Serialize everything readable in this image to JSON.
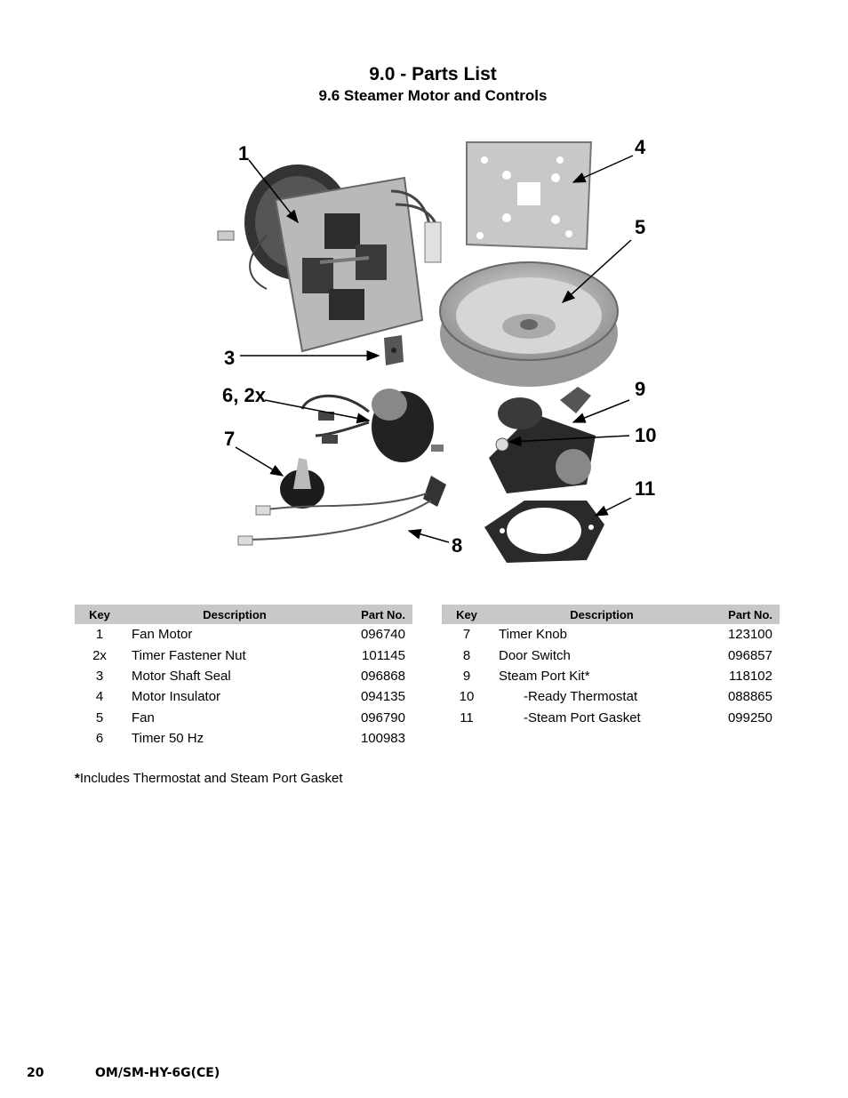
{
  "header": {
    "title": "9.0 - Parts List",
    "subtitle": "9.6 Steamer Motor and Controls"
  },
  "figure": {
    "callouts": [
      "1",
      "3",
      "6, 2x",
      "7",
      "4",
      "5",
      "9",
      "10",
      "11",
      "8"
    ]
  },
  "columns": {
    "key": "Key",
    "description": "Description",
    "part": "Part No."
  },
  "table_left": [
    {
      "key": "1",
      "description": "Fan Motor",
      "part": "096740"
    },
    {
      "key": "2x",
      "description": "Timer Fastener Nut",
      "part": "101145"
    },
    {
      "key": "3",
      "description": "Motor Shaft Seal",
      "part": "096868"
    },
    {
      "key": "4",
      "description": "Motor Insulator",
      "part": "094135"
    },
    {
      "key": "5",
      "description": "Fan",
      "part": "096790"
    },
    {
      "key": "6",
      "description": "Timer 50 Hz",
      "part": "100983"
    }
  ],
  "table_right": [
    {
      "key": "7",
      "description": "Timer Knob",
      "part": "123100"
    },
    {
      "key": "8",
      "description": "Door Switch",
      "part": "096857"
    },
    {
      "key": "9",
      "description": "Steam Port Kit*",
      "part": "118102"
    },
    {
      "key": "10",
      "description": "-Ready Thermostat",
      "part": "088865"
    },
    {
      "key": "11",
      "description": "-Steam Port Gasket",
      "part": "099250"
    }
  ],
  "footnote": {
    "marker": "*",
    "text": "Includes Thermostat and Steam Port Gasket"
  },
  "footer": {
    "page_number": "20",
    "document_id": "OM/SM-HY-6G(CE)"
  }
}
